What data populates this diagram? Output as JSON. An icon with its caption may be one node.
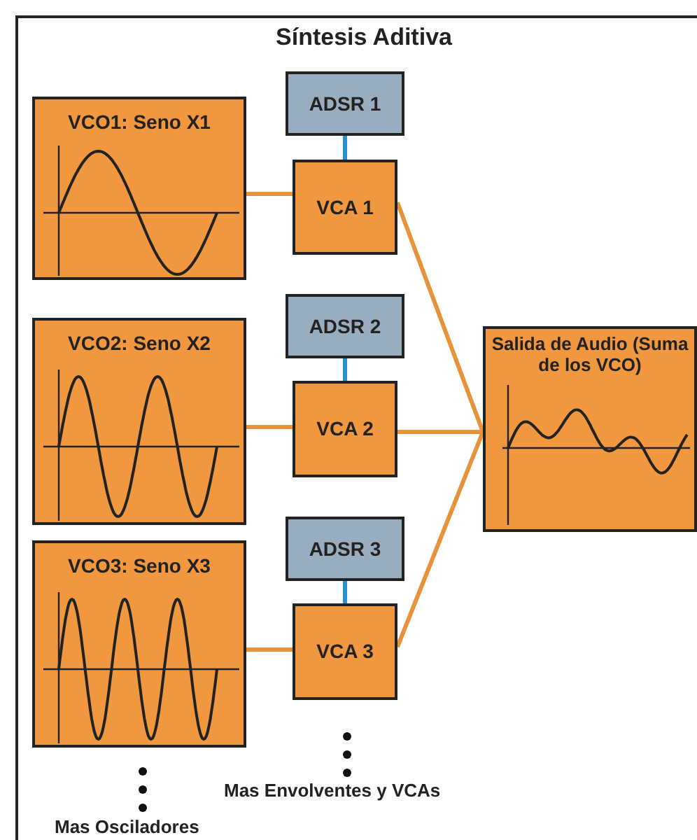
{
  "diagram": {
    "title": "Síntesis Aditiva",
    "nodes": [
      {
        "text": [
          "VCO1: Seno X1"
        ]
      },
      {
        "text": [
          "ADSR 1"
        ]
      },
      {
        "text": [
          "VCA 1"
        ]
      },
      {
        "text": [
          "VCO2: Seno X2"
        ]
      },
      {
        "text": [
          "ADSR 2"
        ]
      },
      {
        "text": [
          "VCA 2"
        ]
      },
      {
        "text": [
          "Salida de Audio (Suma de los VCO)"
        ]
      },
      {
        "text": [
          "VCO3: Seno X3"
        ]
      },
      {
        "text": [
          "ADSR 3"
        ]
      },
      {
        "text": [
          "VCA 3"
        ]
      }
    ],
    "edges": [
      {
        "from": 0,
        "to": 2,
        "arrow": "none"
      },
      {
        "from": 1,
        "to": 2,
        "arrow": "none",
        "color": "#2a8fcf"
      },
      {
        "from": 2,
        "to": 6,
        "arrow": "none"
      },
      {
        "from": 3,
        "to": 5,
        "arrow": "none"
      },
      {
        "from": 4,
        "to": 5,
        "arrow": "none",
        "color": "#2a8fcf"
      },
      {
        "from": 5,
        "to": 6,
        "arrow": "none"
      },
      {
        "from": 7,
        "to": 9,
        "arrow": "none"
      },
      {
        "from": 8,
        "to": 9,
        "arrow": "none",
        "color": "#2a8fcf"
      },
      {
        "from": 9,
        "to": 6,
        "arrow": "none"
      }
    ],
    "labels": [
      "Mas Envolventes y VCAs",
      "Mas Osciladores"
    ]
  }
}
